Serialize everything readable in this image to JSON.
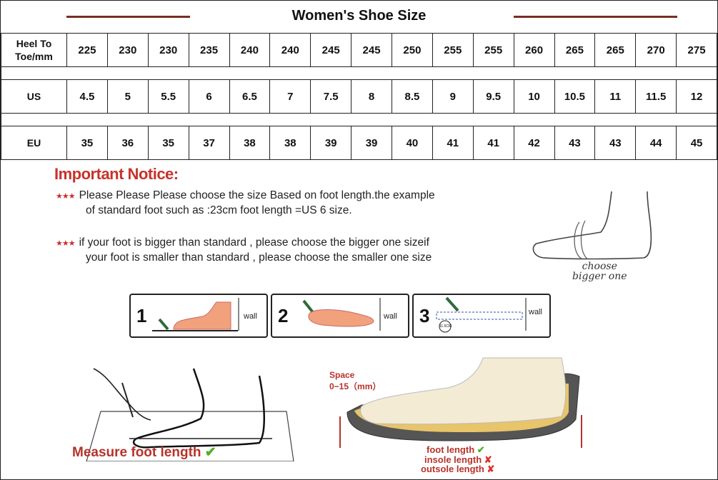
{
  "title": "Women's Shoe Size",
  "colors": {
    "accent_rule": "#7a2e22",
    "notice_red": "#c8322b",
    "check_green": "#4caf2a"
  },
  "rows": [
    {
      "label": "Heel To Toe/mm",
      "values": [
        "225",
        "230",
        "230",
        "235",
        "240",
        "240",
        "245",
        "245",
        "250",
        "255",
        "255",
        "260",
        "265",
        "265",
        "270",
        "275"
      ]
    },
    {
      "label": "US",
      "values": [
        "4.5",
        "5",
        "5.5",
        "6",
        "6.5",
        "7",
        "7.5",
        "8",
        "8.5",
        "9",
        "9.5",
        "10",
        "10.5",
        "11",
        "11.5",
        "12"
      ]
    },
    {
      "label": "EU",
      "values": [
        "35",
        "36",
        "35",
        "37",
        "38",
        "38",
        "39",
        "39",
        "40",
        "41",
        "41",
        "42",
        "43",
        "43",
        "44",
        "45"
      ]
    }
  ],
  "notice": {
    "title": "Important Notice:",
    "stars": "★★★",
    "line1a": "Please Please Please choose the size Based on foot length.the example",
    "line1b": "of standard foot such as :23cm foot length =US 6 size.",
    "line2a": "if your foot is bigger than standard , please choose the bigger one sizeif",
    "line2b": "your foot is smaller than standard , please choose the smaller one size"
  },
  "side_label": {
    "line1": "choose",
    "line2": "bigger one"
  },
  "steps": [
    {
      "num": "1",
      "wall": "wall",
      "icon": "foot-heel-against-wall-icon"
    },
    {
      "num": "2",
      "wall": "wall",
      "icon": "foot-toes-pen-icon"
    },
    {
      "num": "3",
      "wall": "wall",
      "badge": "11.5CM",
      "icon": "ruler-icon"
    }
  ],
  "measure_caption": "Measure foot length",
  "check_mark": "✔",
  "space": {
    "line1": "Space",
    "line2": "0−15（mm）"
  },
  "lengths": [
    {
      "text": "foot length",
      "mark": "✔",
      "ok": true
    },
    {
      "text": "insole length",
      "mark": "✘",
      "ok": false
    },
    {
      "text": "outsole length",
      "mark": "✘",
      "ok": false
    }
  ]
}
